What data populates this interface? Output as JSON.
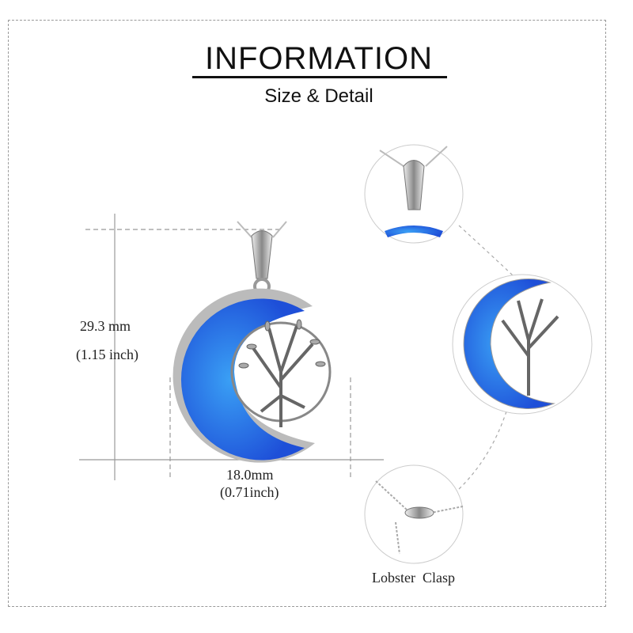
{
  "header": {
    "title": "INFORMATION",
    "subtitle": "Size & Detail"
  },
  "dimensions": {
    "height_mm": "29.3 mm",
    "height_inch": "(1.15 inch)",
    "width_mm": "18.0mm",
    "width_inch": "(0.71inch)"
  },
  "details": {
    "clasp_label": "Lobster  Clasp"
  },
  "colors": {
    "opal": "#1e5fe0",
    "opal_light": "#3aa0f5",
    "silver": "#9a9a9a",
    "text": "#222222"
  }
}
